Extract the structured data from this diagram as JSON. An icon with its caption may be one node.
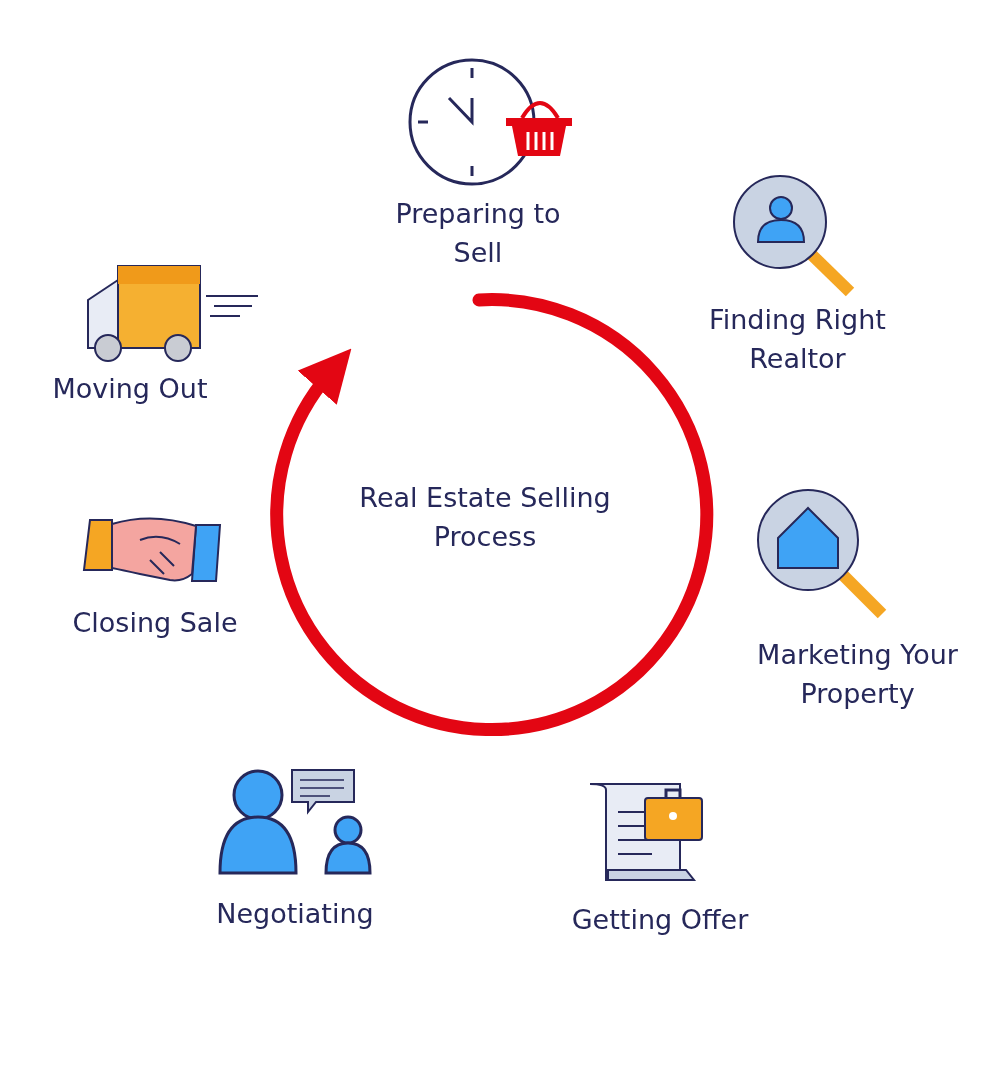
{
  "diagram": {
    "title": "Real Estate Selling Process",
    "labels": [
      "Preparing to Sell",
      "Finding Right Realtor",
      "Marketing Your Property",
      "Getting Offer",
      "Negotiating",
      "Closing Sale",
      "Moving Out"
    ]
  }
}
